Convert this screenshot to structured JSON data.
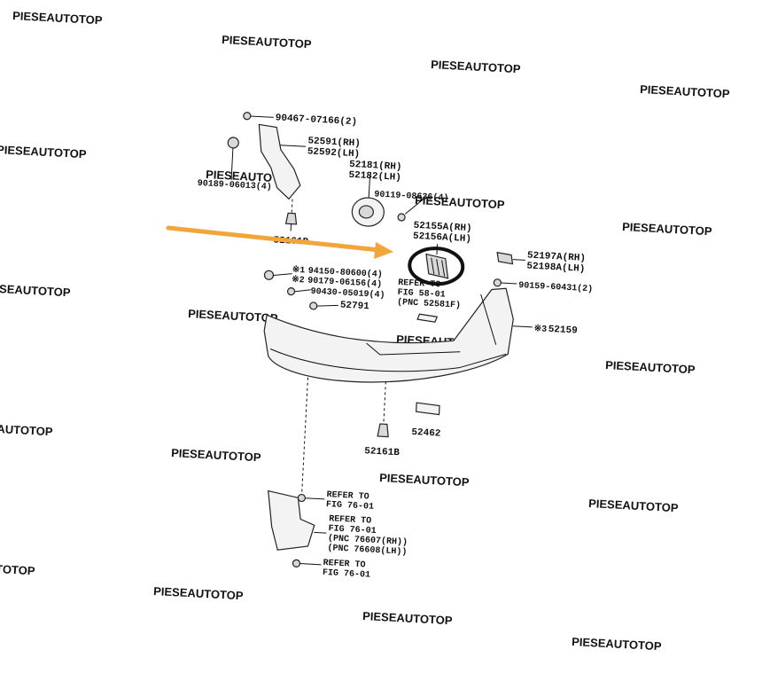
{
  "watermark": "PIESEAUTOTOP",
  "callouts": {
    "c1": "90467-07166(2)",
    "c2a": "52591(RH)",
    "c2b": "52592(LH)",
    "c3a": "52181(RH)",
    "c3b": "52182(LH)",
    "c4": "90189-06013(4)",
    "c5": "90119-08636(4)",
    "c6a": "52155A(RH)",
    "c6b": "52156A(LH)",
    "c7": "52161B",
    "c8a": "52197A(RH)",
    "c8b": "52198A(LH)",
    "c9mark": "※1",
    "c9": "94150-80600(4)",
    "c10mark": "※2",
    "c10": "90179-06156(4)",
    "c11": "90430-05019(4)",
    "c12": "90159-60431(2)",
    "c13a": "REFER TO",
    "c13b": "FIG 58-01",
    "c13c": "(PNC 52581F)",
    "c14": "52791",
    "c15mark": "※3",
    "c15": "52159",
    "c16": "52462",
    "c17": "52161B",
    "c18a": "REFER TO",
    "c18b": "FIG 76-01",
    "c19a": "REFER TO",
    "c19b": "FIG 76-01",
    "c19c": "(PNC 76607(RH))",
    "c19d": "(PNC 76608(LH))",
    "c20a": "REFER TO",
    "c20b": "FIG 76-01"
  },
  "highlight": {
    "arrow_color": "#f2a53b",
    "ring_color": "#111111"
  }
}
